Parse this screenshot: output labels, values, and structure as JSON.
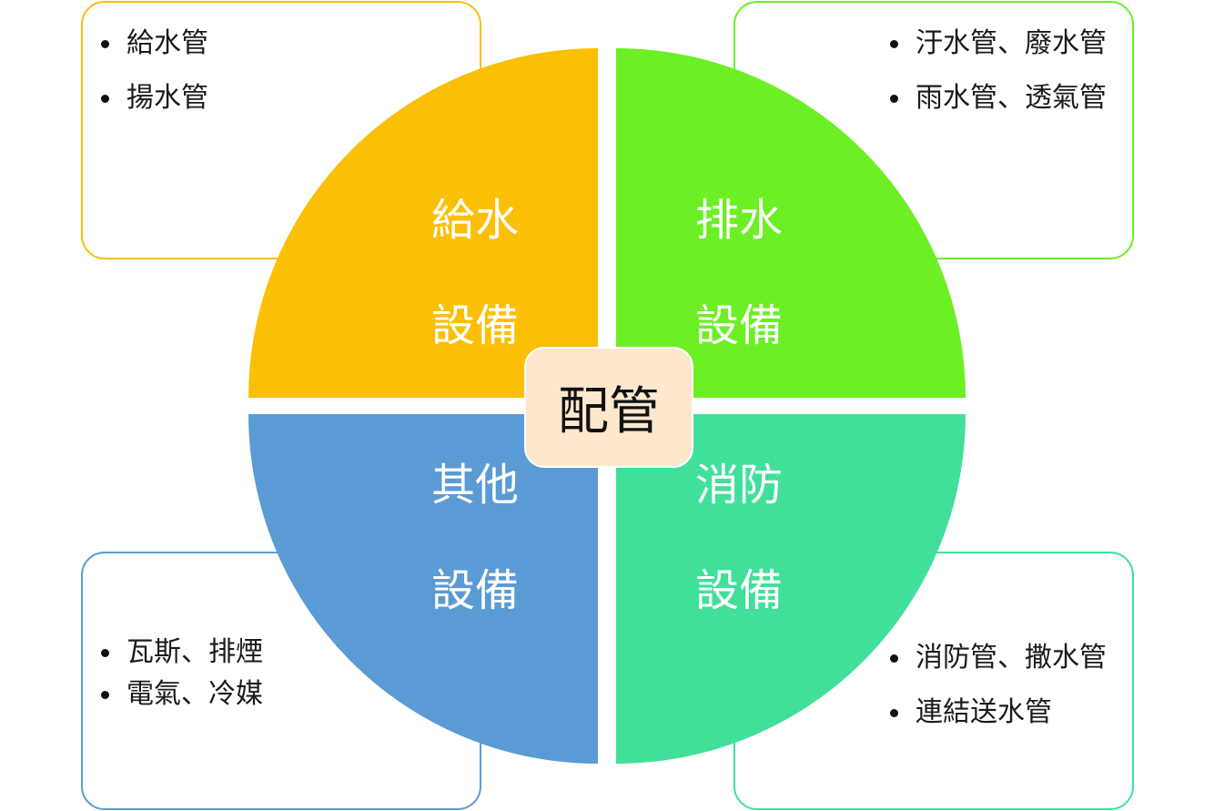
{
  "colors": {
    "water_supply": "#fbbf05",
    "drainage": "#6cef24",
    "other": "#5b9bd5",
    "fire": "#40e09a",
    "center_fill": "#fde7cd"
  },
  "center": {
    "label": "配管"
  },
  "quadrants": {
    "top_left": {
      "line1": "給水",
      "line2": "設備"
    },
    "top_right": {
      "line1": "排水",
      "line2": "設備"
    },
    "bottom_left": {
      "line1": "其他",
      "line2": "設備"
    },
    "bottom_right": {
      "line1": "消防",
      "line2": "設備"
    }
  },
  "boxes": {
    "top_left": {
      "items": [
        "給水管",
        "揚水管"
      ]
    },
    "top_right": {
      "items": [
        "汙水管、廢水管",
        "雨水管、透氣管"
      ]
    },
    "bottom_left": {
      "items": [
        "瓦斯、排煙",
        "電氣、冷媒"
      ]
    },
    "bottom_right": {
      "items": [
        "消防管、撒水管",
        "連結送水管"
      ]
    }
  }
}
